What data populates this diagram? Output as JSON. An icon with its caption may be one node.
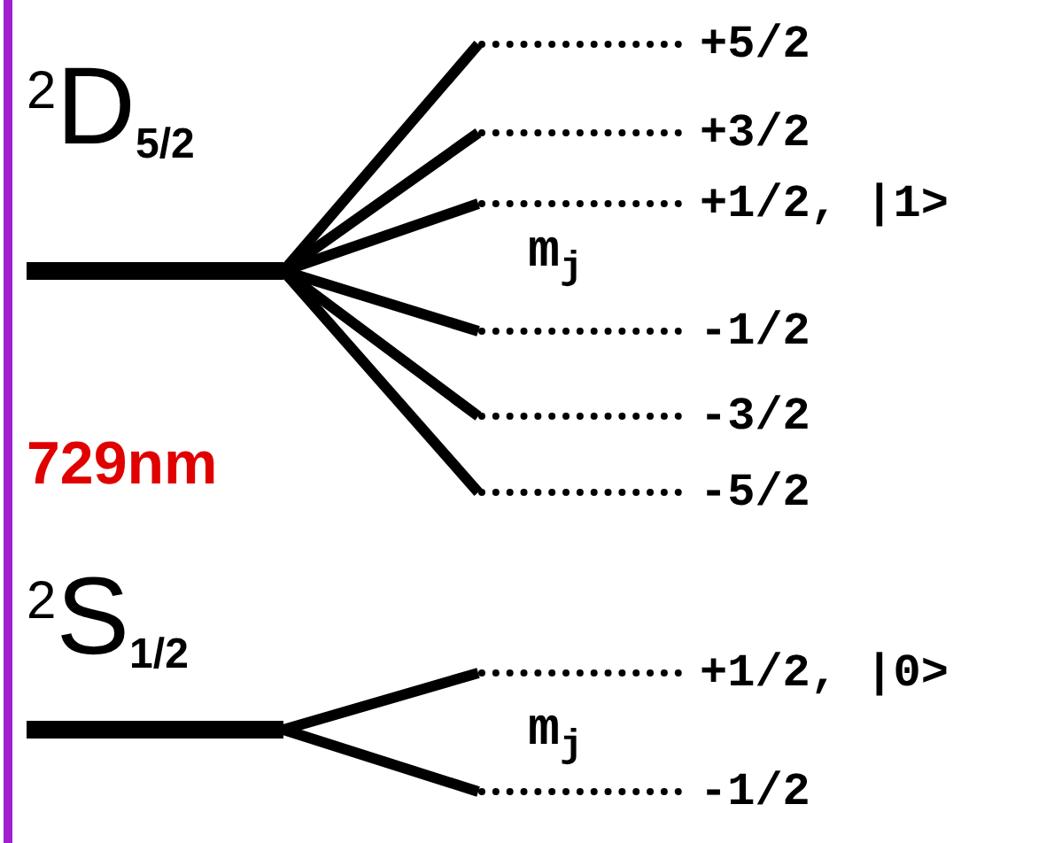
{
  "diagram": {
    "nodes": [
      {
        "text": [
          "$^{2}$D$_{5/2}$"
        ]
      },
      {
        "text": [
          "+5/2"
        ]
      },
      {
        "text": [
          "+3/2"
        ]
      },
      {
        "text": [
          "+1/2, |1>"
        ]
      },
      {
        "text": [
          "-1/2"
        ]
      },
      {
        "text": [
          "-3/2"
        ]
      },
      {
        "text": [
          "-5/2"
        ]
      },
      {
        "text": [
          "$^{2}$S$_{1/2}$"
        ]
      },
      {
        "text": [
          "+1/2, |0>"
        ]
      },
      {
        "text": [
          "-1/2"
        ]
      }
    ],
    "edges": [
      {
        "from": 0,
        "to": 1,
        "arrow": "none"
      },
      {
        "from": 0,
        "to": 2,
        "arrow": "none"
      },
      {
        "from": 0,
        "to": 3,
        "arrow": "none"
      },
      {
        "from": 0,
        "to": 4,
        "arrow": "none"
      },
      {
        "from": 0,
        "to": 5,
        "arrow": "none"
      },
      {
        "from": 0,
        "to": 6,
        "arrow": "none"
      },
      {
        "from": 7,
        "to": 8,
        "arrow": "none"
      },
      {
        "from": 7,
        "to": 9,
        "arrow": "none"
      }
    ],
    "labels": [
      "m$_{j}$",
      "729nm",
      "m$_{j}$"
    ]
  }
}
